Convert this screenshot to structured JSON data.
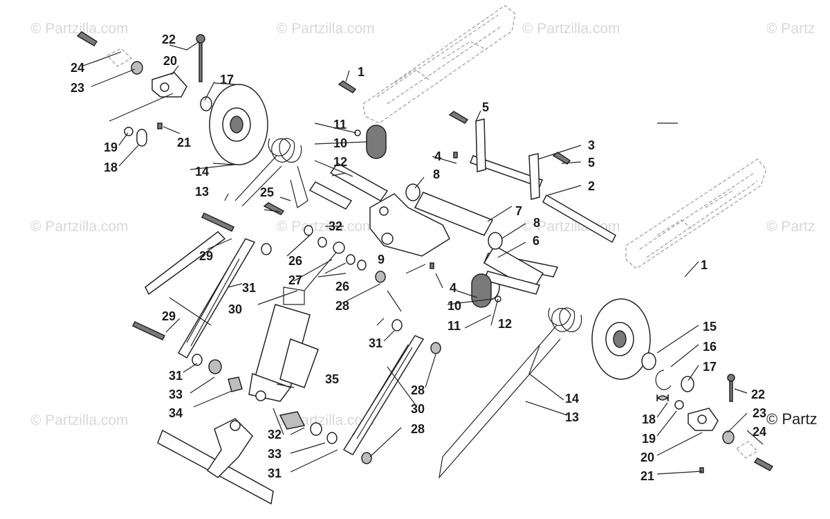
{
  "watermarks": [
    "© Partzilla.com",
    "© Partzilla.com",
    "© Partzilla.com",
    "© Partz",
    "© Partzilla.com",
    "© Partzilla.com",
    "© Partzilla.com",
    "© Partzilla.com",
    "© Partzilla.com",
    "© Partz",
    "© Partz"
  ],
  "callouts": [
    "1",
    "1",
    "2",
    "3",
    "4",
    "4",
    "5",
    "5",
    "6",
    "7",
    "8",
    "8",
    "9",
    "10",
    "10",
    "11",
    "11",
    "12",
    "12",
    "13",
    "13",
    "14",
    "14",
    "15",
    "16",
    "17",
    "17",
    "18",
    "18",
    "19",
    "19",
    "20",
    "20",
    "21",
    "21",
    "22",
    "22",
    "23",
    "23",
    "24",
    "24",
    "25",
    "26",
    "26",
    "27",
    "28",
    "28",
    "28",
    "29",
    "29",
    "30",
    "30",
    "31",
    "31",
    "31",
    "31",
    "32",
    "32",
    "33",
    "33",
    "34",
    "35"
  ]
}
